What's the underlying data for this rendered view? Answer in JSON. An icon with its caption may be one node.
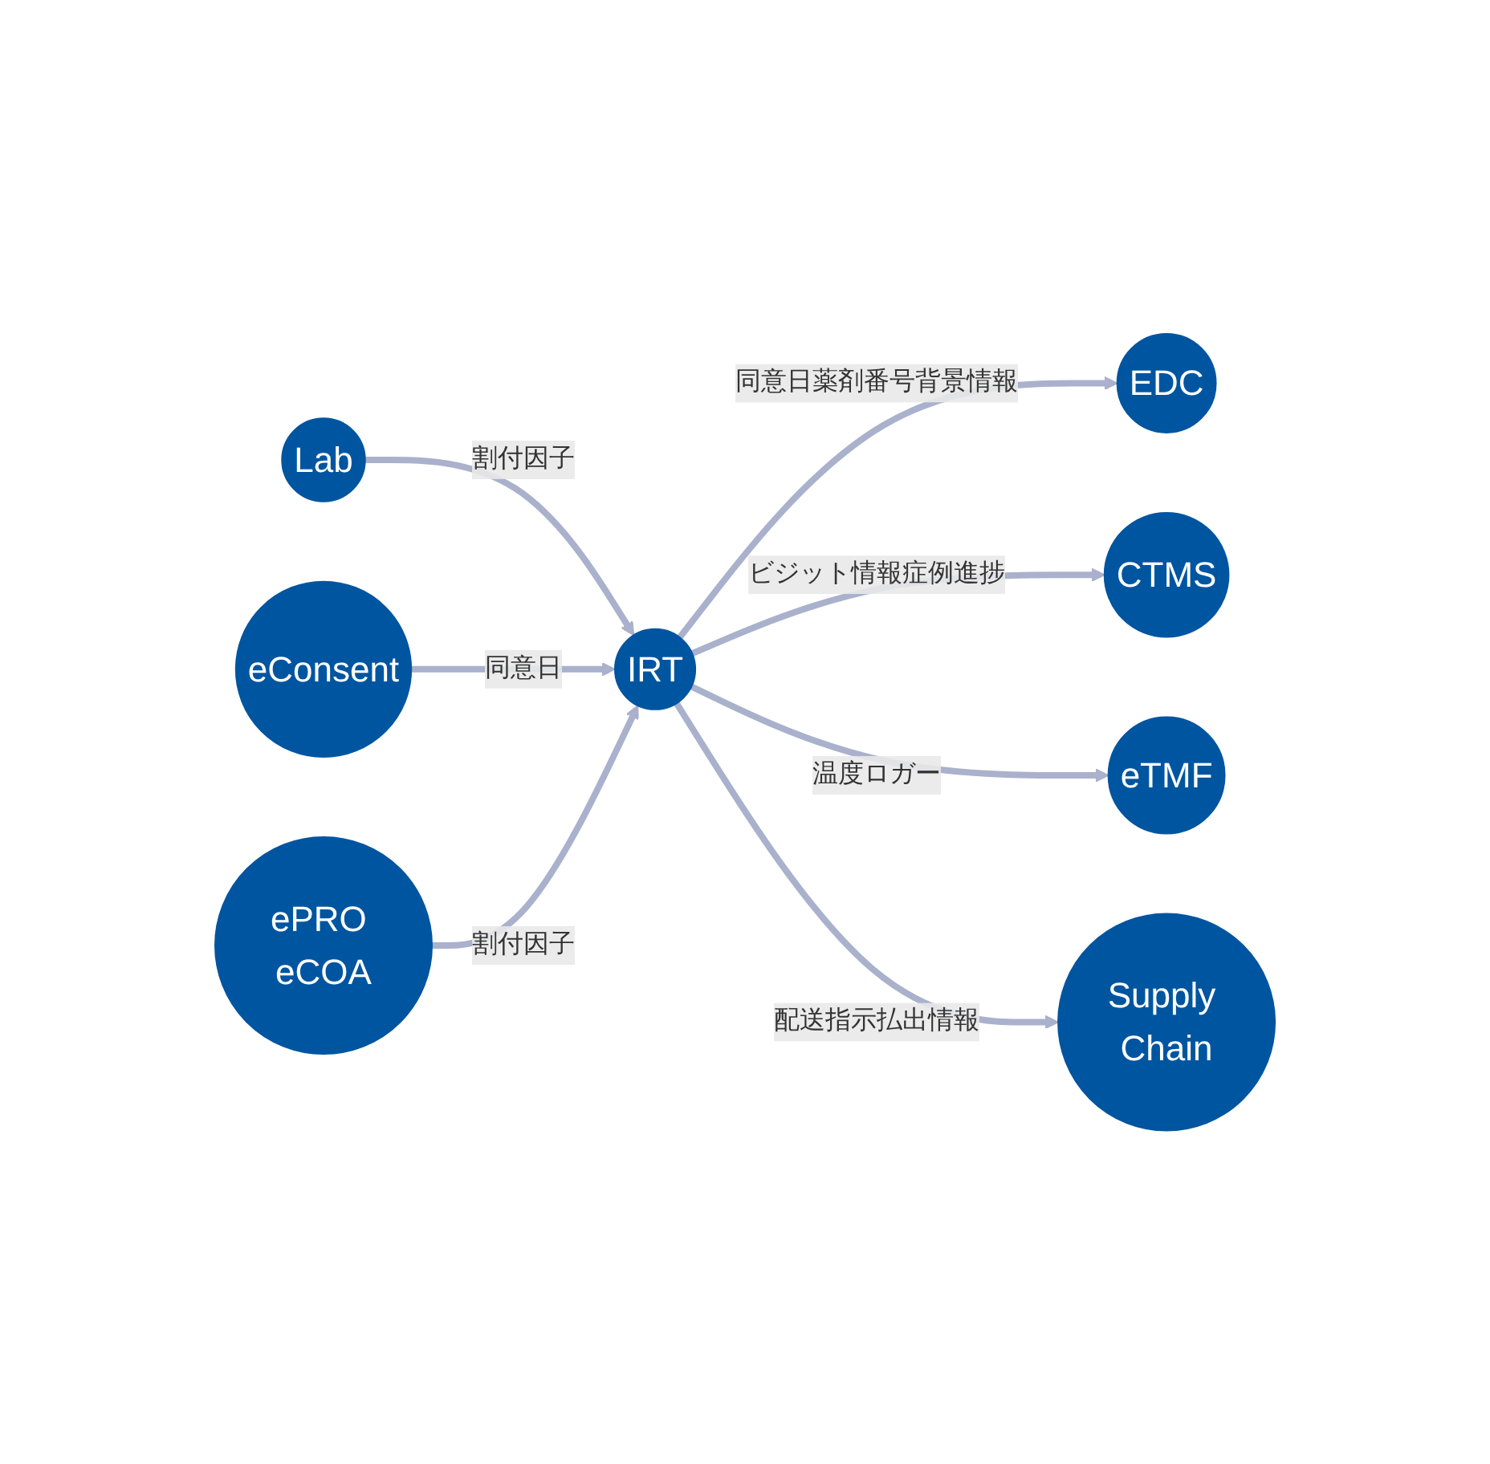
{
  "diagram": {
    "nodes": [
      {
        "text": [
          "EDC"
        ]
      },
      {
        "text": [
          "Lab"
        ]
      },
      {
        "text": [
          "CTMS"
        ]
      },
      {
        "text": [
          "IRT"
        ]
      },
      {
        "text": [
          "eConsent"
        ]
      },
      {
        "text": [
          "eTMF"
        ]
      },
      {
        "text": [
          "ePRO eCOA"
        ]
      },
      {
        "text": [
          "Supply Chain"
        ]
      }
    ],
    "edges": [
      {
        "from": 3,
        "to": 0,
        "arrow": "to",
        "label": "同意日薬剤番号背景情報"
      },
      {
        "from": 1,
        "to": 3,
        "arrow": "to",
        "label": "割付因子"
      },
      {
        "from": 3,
        "to": 2,
        "arrow": "to",
        "label": "ビジット情報症例進捗"
      },
      {
        "from": 3,
        "to": 5,
        "arrow": "to",
        "label": "温度ロガー"
      },
      {
        "from": 4,
        "to": 3,
        "arrow": "to",
        "label": "同意日"
      },
      {
        "from": 6,
        "to": 3,
        "arrow": "to",
        "label": "割付因子"
      },
      {
        "from": 3,
        "to": 7,
        "arrow": "to",
        "label": "配送指示払出情報"
      }
    ]
  }
}
